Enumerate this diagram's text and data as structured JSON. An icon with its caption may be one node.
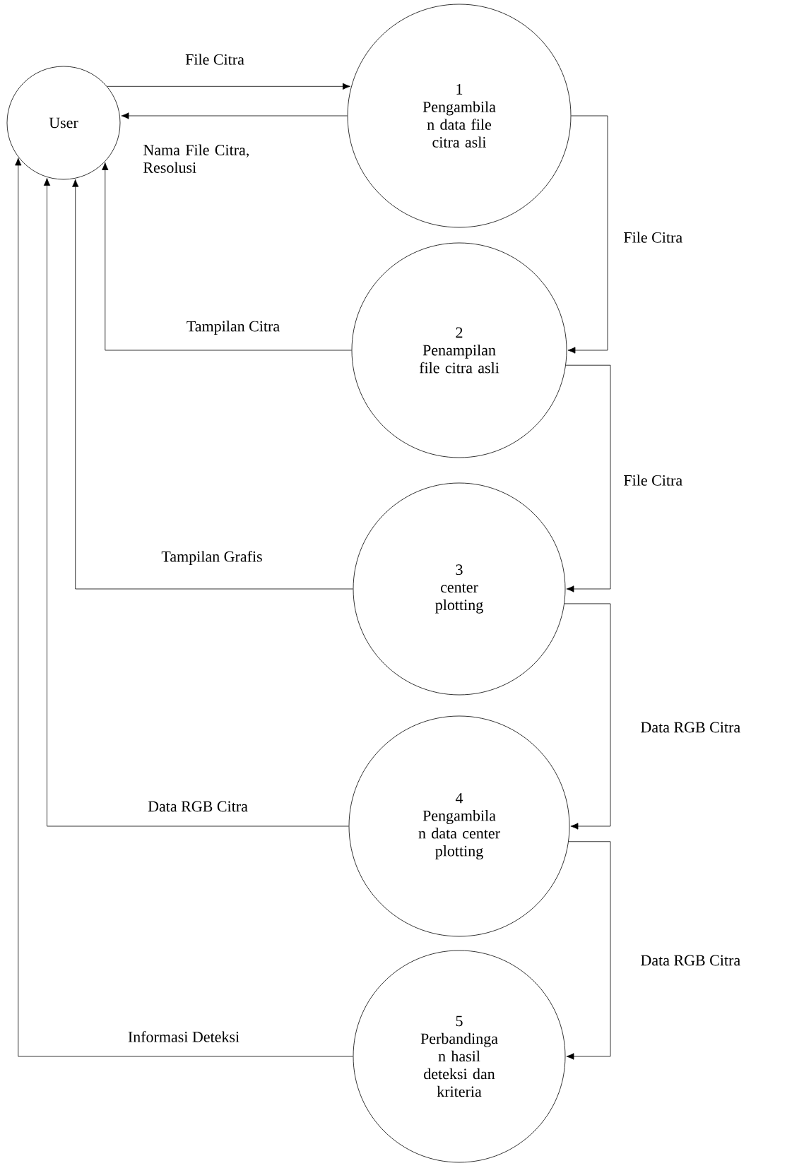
{
  "diagram": {
    "nodes": [
      {
        "text": [
          "User"
        ]
      },
      {
        "text": [
          "1",
          "Pengambila n data file citra asli"
        ]
      },
      {
        "text": [
          "2",
          "Penampilan file citra asli"
        ]
      },
      {
        "text": [
          "3",
          "center plotting"
        ]
      },
      {
        "text": [
          "4",
          "Pengambila n data center plotting"
        ]
      },
      {
        "text": [
          "5",
          "Perbandinga n hasil deteksi dan kriteria"
        ]
      }
    ],
    "edges": [
      {
        "from": 0,
        "to": 1,
        "arrow": "to",
        "label": "File Citra"
      },
      {
        "from": 1,
        "to": 0,
        "arrow": "to",
        "label": "Nama File Citra, Resolusi"
      },
      {
        "from": 1,
        "to": 2,
        "arrow": "to",
        "label": "File Citra"
      },
      {
        "from": 2,
        "to": 0,
        "arrow": "to",
        "label": "Tampilan Citra"
      },
      {
        "from": 2,
        "to": 3,
        "arrow": "to",
        "label": "File Citra"
      },
      {
        "from": 3,
        "to": 0,
        "arrow": "to",
        "label": "Tampilan Grafis"
      },
      {
        "from": 3,
        "to": 4,
        "arrow": "to",
        "label": "Data RGB Citra"
      },
      {
        "from": 4,
        "to": 0,
        "arrow": "to",
        "label": "Data RGB Citra"
      },
      {
        "from": 4,
        "to": 5,
        "arrow": "to",
        "label": "Data RGB Citra"
      },
      {
        "from": 5,
        "to": 0,
        "arrow": "to",
        "label": "Informasi Deteksi"
      }
    ]
  }
}
